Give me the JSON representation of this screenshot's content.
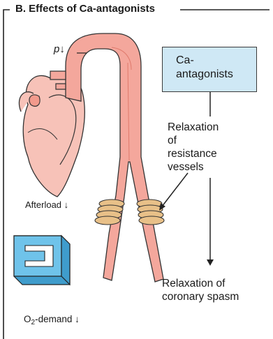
{
  "title": "B. Effects of Ca-antagonists",
  "box": {
    "line1": "Ca-",
    "line2": "antagonists"
  },
  "relaxation_resistance": {
    "line1": "Relaxation",
    "line2": "of",
    "line3": "resistance",
    "line4": "vessels"
  },
  "afterload": {
    "text": "Afterload",
    "arrow": "↓"
  },
  "pressure": {
    "symbol": "p",
    "arrow": "↓"
  },
  "coronary": {
    "line1": "Relaxation of",
    "line2": "coronary spasm"
  },
  "o2_demand": {
    "prefix": "O",
    "subscript": "2",
    "suffix": "-demand",
    "arrow": "↓"
  },
  "colors": {
    "box_fill": "#cfe8f5",
    "vessel_fill": "#f4a79c",
    "heart_fill": "#f7c2b8",
    "u_block": "#6fc3ea",
    "coil": "#e8c088"
  }
}
